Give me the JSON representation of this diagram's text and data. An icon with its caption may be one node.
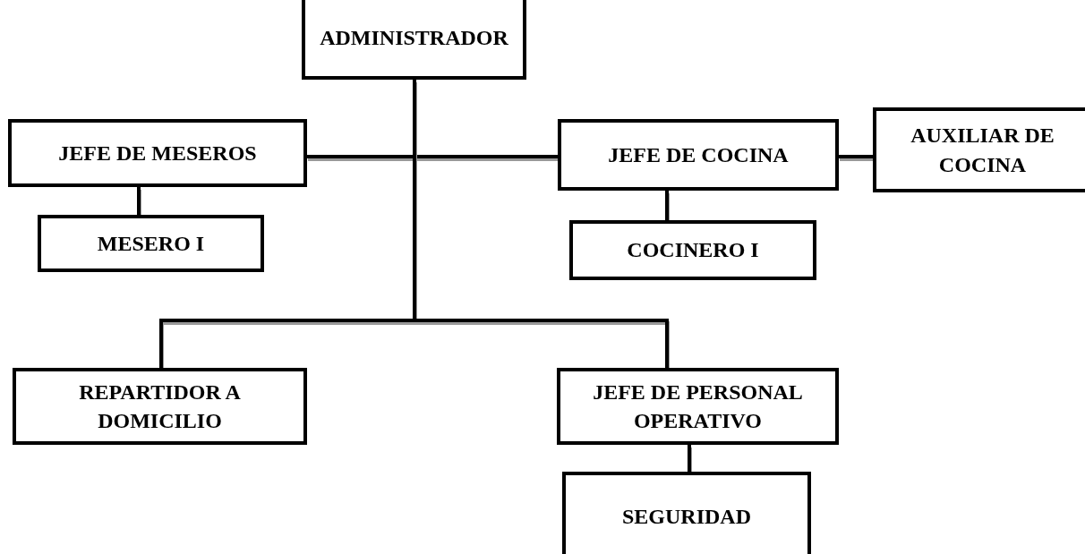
{
  "diagram": {
    "nodes": [
      {
        "text": [
          "ADMINISTRADOR"
        ]
      },
      {
        "text": [
          "JEFE DE MESEROS"
        ]
      },
      {
        "text": [
          "MESERO I"
        ]
      },
      {
        "text": [
          "JEFE DE COCINA"
        ]
      },
      {
        "text": [
          "AUXILIAR DE COCINA"
        ]
      },
      {
        "text": [
          "COCINERO I"
        ]
      },
      {
        "text": [
          "REPARTIDOR A DOMICILIO"
        ]
      },
      {
        "text": [
          "JEFE DE PERSONAL OPERATIVO"
        ]
      },
      {
        "text": [
          "SEGURIDAD"
        ]
      }
    ],
    "edges": [
      {
        "from": 0,
        "to": 1,
        "arrow": "none"
      },
      {
        "from": 0,
        "to": 3,
        "arrow": "none"
      },
      {
        "from": 0,
        "to": 6,
        "arrow": "none"
      },
      {
        "from": 0,
        "to": 7,
        "arrow": "none"
      },
      {
        "from": 1,
        "to": 2,
        "arrow": "none"
      },
      {
        "from": 3,
        "to": 4,
        "arrow": "none"
      },
      {
        "from": 3,
        "to": 5,
        "arrow": "none"
      },
      {
        "from": 7,
        "to": 8,
        "arrow": "none"
      }
    ]
  }
}
